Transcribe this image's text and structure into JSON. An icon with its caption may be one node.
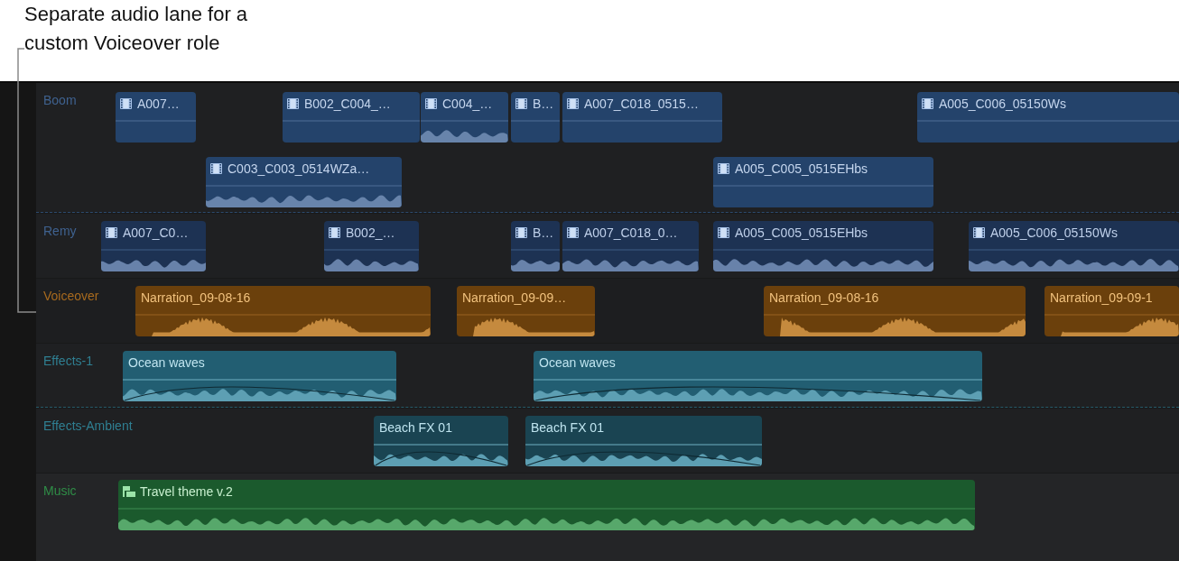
{
  "diagram": {
    "nodes": [
      {
        "text": [
          "Separate audio lane for a custom Voiceover role"
        ]
      },
      {
        "text": [
          "Boom"
        ]
      },
      {
        "text": [
          "A007…"
        ],
        "in": 1
      },
      {
        "text": [
          "B002_C004_…"
        ],
        "in": 1
      },
      {
        "text": [
          "C004_…"
        ],
        "in": 1
      },
      {
        "text": [
          "B…"
        ],
        "in": 1
      },
      {
        "text": [
          "A007_C018_0515…"
        ],
        "in": 1
      },
      {
        "text": [
          "A005_C006_05150Ws"
        ],
        "in": 1
      },
      {
        "text": [
          "C003_C003_0514WZa…"
        ],
        "in": 1
      },
      {
        "text": [
          "A005_C005_0515EHbs"
        ],
        "in": 1
      },
      {
        "text": [
          "Remy"
        ]
      },
      {
        "text": [
          "A007_C0…"
        ],
        "in": 10
      },
      {
        "text": [
          "B002_…"
        ],
        "in": 10
      },
      {
        "text": [
          "B…"
        ],
        "in": 10
      },
      {
        "text": [
          "A007_C018_0…"
        ],
        "in": 10
      },
      {
        "text": [
          "A005_C005_0515EHbs"
        ],
        "in": 10
      },
      {
        "text": [
          "A005_C006_05150Ws"
        ],
        "in": 10
      },
      {
        "text": [
          "Voiceover"
        ]
      },
      {
        "text": [
          "Narration_09-08-16"
        ],
        "in": 17
      },
      {
        "text": [
          "Narration_09-09…"
        ],
        "in": 17
      },
      {
        "text": [
          "Narration_09-08-16"
        ],
        "in": 17
      },
      {
        "text": [
          "Narration_09-09-1"
        ],
        "in": 17
      },
      {
        "text": [
          "Effects-1"
        ]
      },
      {
        "text": [
          "Ocean waves"
        ],
        "in": 22
      },
      {
        "text": [
          "Ocean waves"
        ],
        "in": 22
      },
      {
        "text": [
          "Effects-Ambient"
        ]
      },
      {
        "text": [
          "Beach FX 01"
        ],
        "in": 25
      },
      {
        "text": [
          "Beach FX 01"
        ],
        "in": 25
      },
      {
        "text": [
          "Music"
        ]
      },
      {
        "text": [
          "Travel theme v.2"
        ],
        "in": 28
      }
    ],
    "edges": [
      {
        "from": 0,
        "to": 17,
        "arrow": "none"
      }
    ]
  }
}
